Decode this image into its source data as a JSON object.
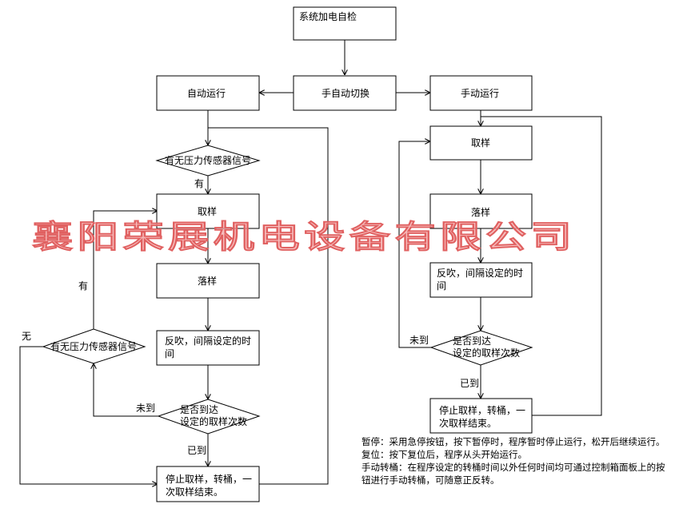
{
  "watermark": "襄阳荣展机电设备有限公司",
  "nodes": {
    "self_check": "系统加电自检",
    "mode_switch": "手自动切换",
    "auto_run": "自动运行",
    "manual_run": "手动运行",
    "auto_sensor_decision": "有无压力传感器信号",
    "auto_sample": "取样",
    "auto_drop": "落样",
    "auto_blowback_1": "反吹，间隔设定的时",
    "auto_blowback_2": "间",
    "auto_sensor_decision_2": "有无压力传感器信号",
    "auto_reach_1": "是否到达",
    "auto_reach_2": "设定的取样次数",
    "auto_stop_1": "停止取样，转桶，一",
    "auto_stop_2": "次取样结束。",
    "manual_sample": "取样",
    "manual_drop": "落样",
    "manual_blowback_1": "反吹，间隔设定的时",
    "manual_blowback_2": "间",
    "manual_reach_1": "是否到达",
    "manual_reach_2": "设定的取样次数",
    "manual_stop_1": "停止取样，转桶，一",
    "manual_stop_2": "次取样结束。"
  },
  "edge_labels": {
    "has": "有",
    "has_left": "有",
    "none": "无",
    "not_reached_auto": "未到",
    "reached_auto": "已到",
    "not_reached_manual": "未到",
    "reached_manual": "已到"
  },
  "notes": [
    "暂停：采用急停按钮，按下暂停时，程序暂时停止运行，松开后继续运行。",
    "复位：按下复位后，程序从头开始运行。",
    "手动转桶：在程序设定的转桶时间以外任何时间均可通过控制箱面板上的按",
    "钮进行手动转桶，可随意正反转。"
  ],
  "colors": {
    "line": "#000000",
    "watermark": "#f4a8a8"
  }
}
